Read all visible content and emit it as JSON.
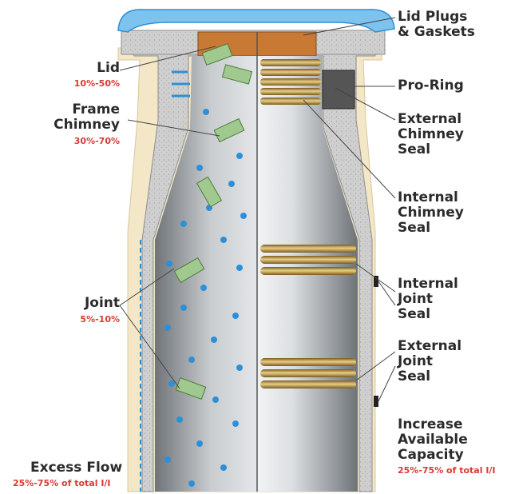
{
  "colors": {
    "water": "#2f8fd6",
    "water_light": "#7ec2ee",
    "concrete": "#cfcfcf",
    "shell": "#f3e7c8",
    "gold_seal": "#c9a24a",
    "money": "#9fc98e",
    "label_text": "#2b2b2b",
    "percent_text": "#d83a33"
  },
  "left_labels": [
    {
      "name": "Lid",
      "value": "10%-50%"
    },
    {
      "name": "Frame\nChimney",
      "value": "30%-70%"
    },
    {
      "name": "Joint",
      "value": "5%-10%"
    },
    {
      "name": "Excess Flow",
      "value": "25%-75% of total I/I"
    }
  ],
  "right_labels": [
    {
      "name": "Lid Plugs\n& Gaskets"
    },
    {
      "name": "Pro-Ring"
    },
    {
      "name": "External\nChimney\nSeal"
    },
    {
      "name": "Internal\nChimney\nSeal"
    },
    {
      "name": "Internal\nJoint\nSeal"
    },
    {
      "name": "External\nJoint\nSeal"
    },
    {
      "name": "Increase\nAvailable\nCapacity",
      "value": "25%-75% of total I/I"
    }
  ]
}
